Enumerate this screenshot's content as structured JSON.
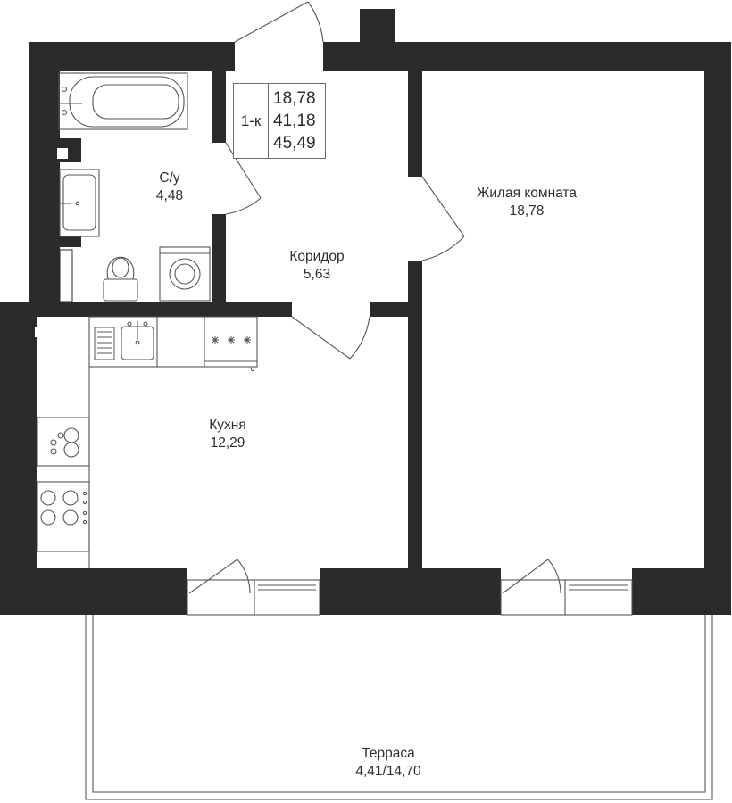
{
  "apartment": {
    "type_label": "1-к",
    "living_area": "18,78",
    "total_area": "41,18",
    "total_with_terrace": "45,49"
  },
  "rooms": {
    "bathroom": {
      "name": "С/у",
      "area": "4,48"
    },
    "corridor": {
      "name": "Коридор",
      "area": "5,63"
    },
    "living_room": {
      "name": "Жилая комната",
      "area": "18,78"
    },
    "kitchen": {
      "name": "Кухня",
      "area": "12,29"
    },
    "terrace": {
      "name": "Терраса",
      "area": "4,41/14,70"
    }
  },
  "colors": {
    "wall": "#2b2b2b",
    "line": "#555555",
    "background": "#ffffff"
  }
}
